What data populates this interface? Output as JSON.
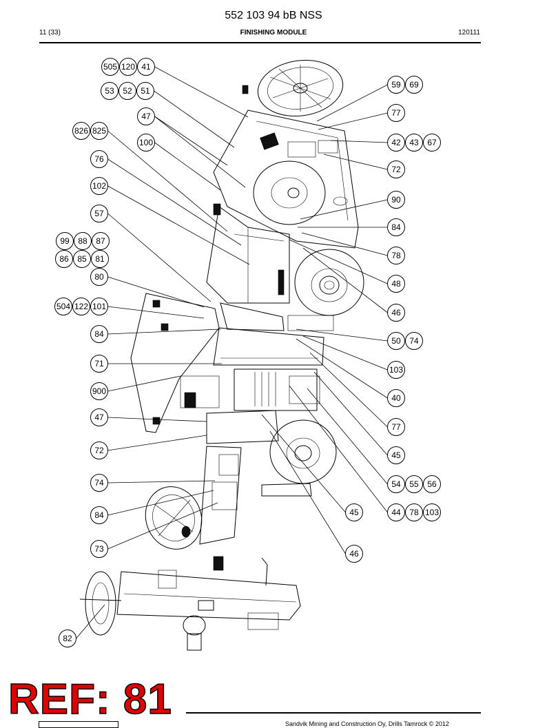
{
  "header": {
    "doc_number": "552 103 94 bB NSS",
    "page": "11 (33)",
    "module": "FINISHING MODULE",
    "date": "120111"
  },
  "footer": {
    "copyright": "Sandvik Mining and Construction Oy, Drills Tamrock © 2012"
  },
  "watermark": {
    "text": "REF: 81",
    "color": "#e00000"
  },
  "callouts": [
    [
      "505",
      "120",
      "41"
    ],
    [
      "53",
      "52",
      "51"
    ],
    [
      "47"
    ],
    [
      "826",
      "825"
    ],
    [
      "100"
    ],
    [
      "76"
    ],
    [
      "102"
    ],
    [
      "57"
    ],
    [
      "99",
      "88",
      "87"
    ],
    [
      "86",
      "85",
      "81"
    ],
    [
      "80"
    ],
    [
      "504",
      "122",
      "101"
    ],
    [
      "84"
    ],
    [
      "71"
    ],
    [
      "900"
    ],
    [
      "47"
    ],
    [
      "72"
    ],
    [
      "74"
    ],
    [
      "84"
    ],
    [
      "73"
    ],
    [
      "82"
    ],
    [
      "59",
      "69"
    ],
    [
      "77"
    ],
    [
      "42",
      "43",
      "67"
    ],
    [
      "72"
    ],
    [
      "90"
    ],
    [
      "84"
    ],
    [
      "78"
    ],
    [
      "48"
    ],
    [
      "46"
    ],
    [
      "50",
      "74"
    ],
    [
      "103"
    ],
    [
      "40"
    ],
    [
      "77"
    ],
    [
      "45"
    ],
    [
      "54",
      "55",
      "56"
    ],
    [
      "45"
    ],
    [
      "44",
      "78",
      "103"
    ],
    [
      "46"
    ]
  ]
}
